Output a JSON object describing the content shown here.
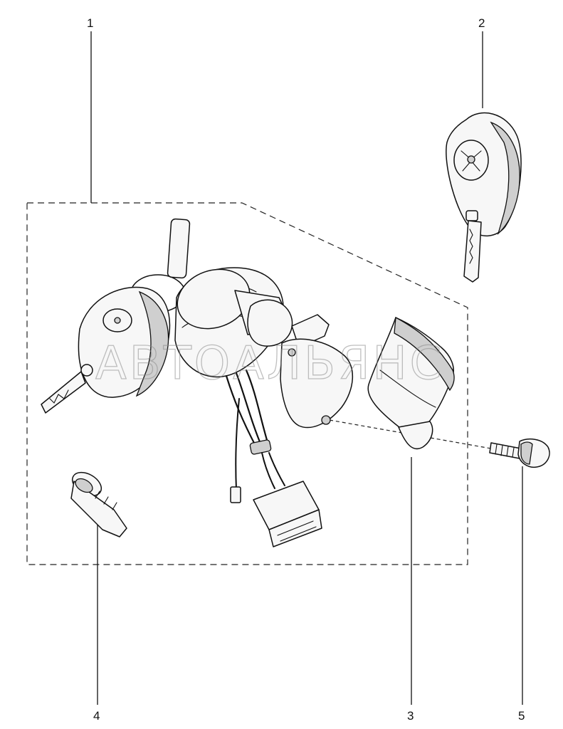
{
  "callouts": {
    "c1": "1",
    "c2": "2",
    "c3": "3",
    "c4": "4",
    "c5": "5"
  },
  "watermark": "АВТОАЛЬЯНС"
}
